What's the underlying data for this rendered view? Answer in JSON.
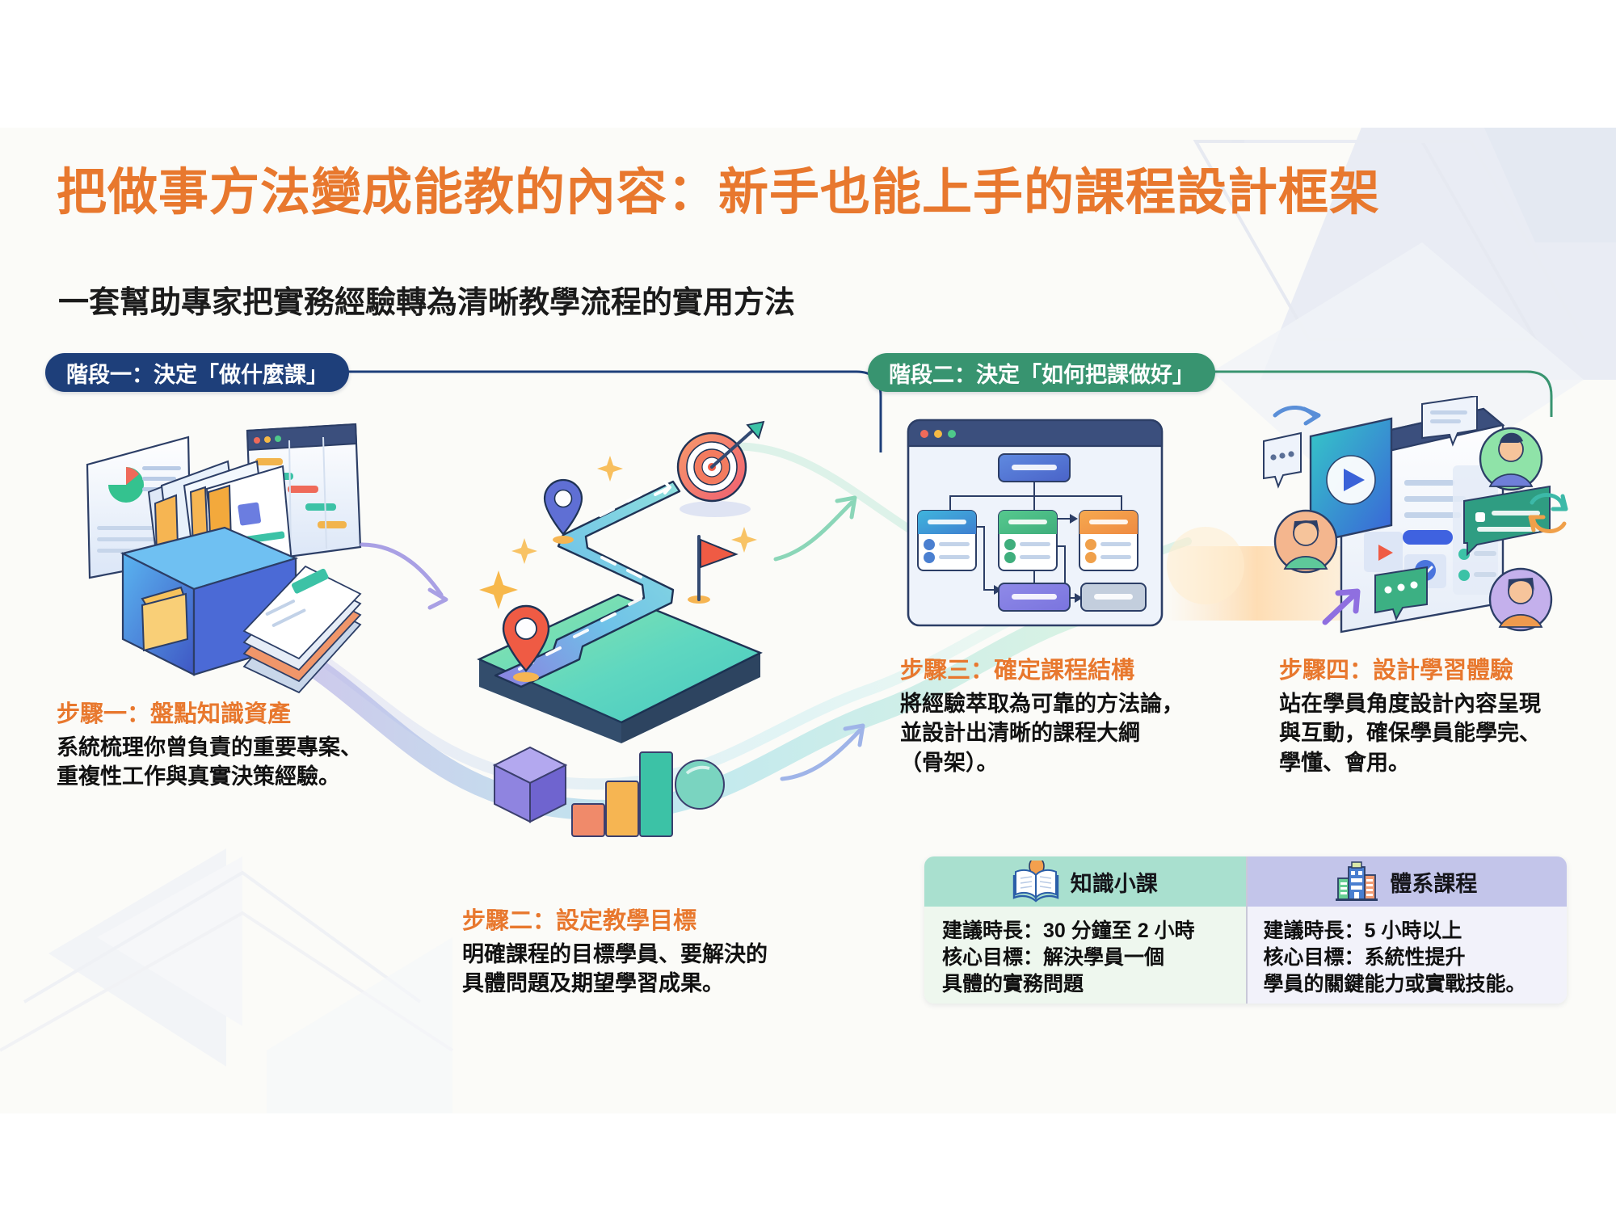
{
  "header": {
    "title": "把做事方法變成能教的內容：新手也能上手的課程設計框架",
    "subtitle": "一套幫助專家把實務經驗轉為清晰教學流程的實用方法",
    "title_color": "#e8782e",
    "subtitle_color": "#1b1b1b"
  },
  "stages": [
    {
      "label": "階段一：決定「做什麼課」",
      "color": "#1e3f7a"
    },
    {
      "label": "階段二：決定「如何把課做好」",
      "color": "#389470"
    }
  ],
  "steps": [
    {
      "title": "步驟一：盤點知識資產",
      "body": "系統梳理你曾負責的重要專案、\n重複性工作與真實決策經驗。",
      "illustration": "file-box-documents"
    },
    {
      "title": "步驟二：設定教學目標",
      "body": "明確課程的目標學員、要解決的\n具體問題及期望學習成果。",
      "illustration": "roadmap-target"
    },
    {
      "title": "步驟三：確定課程結構",
      "body": "將經驗萃取為可靠的方法論，\n並設計出清晰的課程大綱\n（骨架）。",
      "illustration": "flowchart-window"
    },
    {
      "title": "步驟四：設計學習體驗",
      "body": "站在學員角度設計內容呈現\n與互動，確保學員能學完、\n學懂、會用。",
      "illustration": "learning-experience"
    }
  ],
  "comparison": {
    "columns": [
      {
        "heading": "知識小課",
        "icon": "open-book-idea-icon",
        "header_color": "#a9e0cf",
        "body_color": "#eef7ee",
        "lines": "建議時長：30 分鐘至 2 小時\n核心目標：解決學員一個\n具體的實務問題"
      },
      {
        "heading": "體系課程",
        "icon": "office-buildings-icon",
        "header_color": "#c3c5ea",
        "body_color": "#f2f2fa",
        "lines": "建議時長：5 小時以上\n核心目標：系統性提升\n學員的關鍵能力或實戰技能。"
      }
    ]
  },
  "palette": {
    "accent_orange": "#e8782e",
    "stage_blue": "#1e3f7a",
    "stage_green": "#389470",
    "page_bg": "#fbfbf8"
  }
}
